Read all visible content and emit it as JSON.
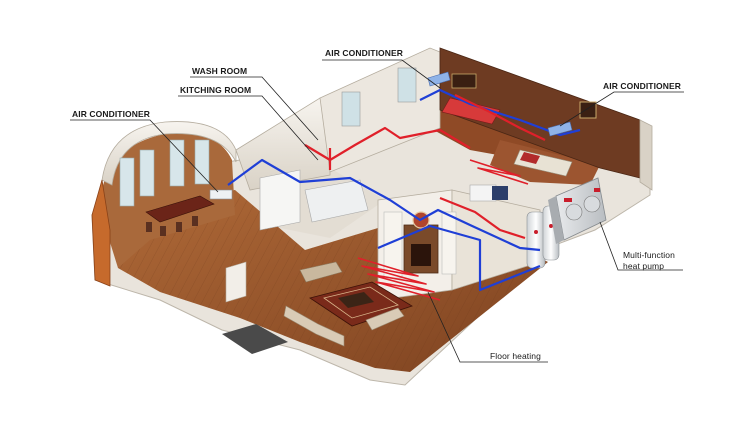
{
  "labels": {
    "ac_top": "AIR CONDITIONER",
    "wash_room": "WASH ROOM",
    "kitching_room": "KITCHING ROOM",
    "ac_left": "AIR CONDITIONER",
    "ac_right": "AIR CONDITIONER",
    "heat_pump_line1": "Multi-function",
    "heat_pump_line2": "heat pump",
    "floor_heating": "Floor heating"
  },
  "colors": {
    "hot_pipe": "#e0202a",
    "cold_pipe": "#1f3fd6",
    "floor_wood": "#9a5a30",
    "wall": "#f1ede6",
    "accent": "#c91d2b"
  }
}
